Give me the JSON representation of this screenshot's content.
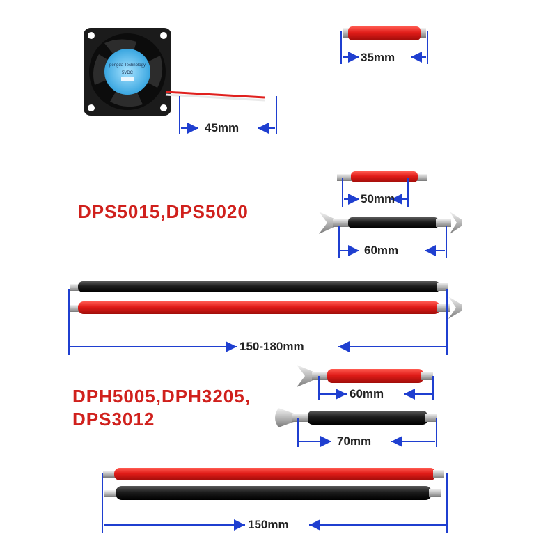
{
  "labels": {
    "group1": "DPS5015,DPS5020",
    "group2_line1": "DPH5005,DPH3205,",
    "group2_line2": "DPS3012"
  },
  "fan": {
    "sticker_brand": "pengda Technology",
    "sticker_voltage": "5VDC"
  },
  "dimensions": {
    "fan_wire": "45mm",
    "red_sleeve": "35mm",
    "g1_red": "50mm",
    "g1_black": "60mm",
    "g1_long": "150-180mm",
    "g2_red": "60mm",
    "g2_black": "70mm",
    "g2_long": "150mm"
  },
  "colors": {
    "label_red": "#d0201c",
    "dim_blue": "#1f3fd0",
    "wire_red": "#e0201e",
    "wire_black": "#1a1a1a"
  }
}
